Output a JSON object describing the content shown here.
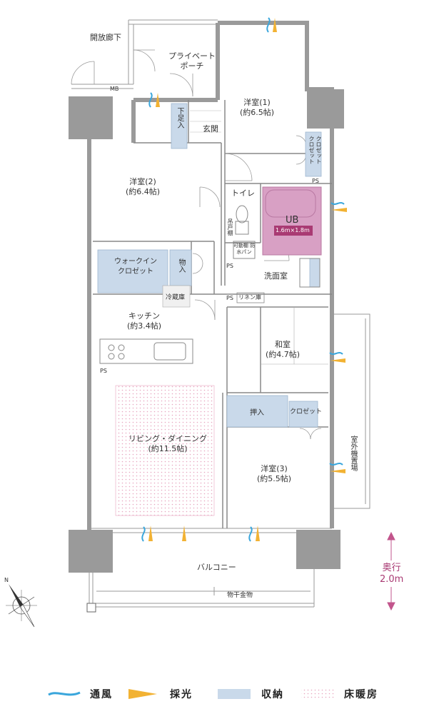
{
  "rooms": {
    "open_corridor": "開放廊下",
    "private_porch_1": "プライベート",
    "private_porch_2": "ポーチ",
    "entrance": "玄関",
    "shoe_closet": "下足入",
    "mb": "MB",
    "ps_top": "PS",
    "ps_mid": "PS",
    "ps_left": "PS",
    "ps_kitchen": "PS",
    "bedroom1_name": "洋室(1)",
    "bedroom1_size": "(約6.5帖)",
    "closet1": "クロゼット",
    "closet2": "クロゼット",
    "bedroom2_name": "洋室(2)",
    "bedroom2_size": "(約6.4帖)",
    "toilet": "トイレ",
    "toilet_shelf": "吊戸棚",
    "ub": "UB",
    "ub_size": "1.6m×1.8m",
    "washer_pan": "可動棚 防水パン",
    "washroom": "洗面室",
    "linen": "リネン庫",
    "walkin_1": "ウォークイン",
    "walkin_2": "クロゼット",
    "storage": "物入",
    "fridge": "冷蔵庫",
    "kitchen_name": "キッチン",
    "kitchen_size": "(約3.4帖)",
    "japanese_name": "和室",
    "japanese_size": "(約4.7帖)",
    "oshiire": "押入",
    "closet3": "クロゼット",
    "living_name": "リビング・ダイニング",
    "living_size": "(約11.5帖)",
    "bedroom3_name": "洋室(3)",
    "bedroom3_size": "(約5.5帖)",
    "outdoor_unit": "室外機置場",
    "balcony": "バルコニー",
    "drying_rack": "物干金物",
    "depth_1": "奥行",
    "depth_2": "2.0m",
    "north": "N"
  },
  "legend": [
    {
      "label": "通風",
      "icon": "wind-wave-icon",
      "color": "#3aa6dc"
    },
    {
      "label": "採光",
      "icon": "sunlight-icon",
      "color": "#f2b233"
    },
    {
      "label": "収納",
      "icon": "storage-swatch-icon",
      "color": "#c9d9ea"
    },
    {
      "label": "床暖房",
      "icon": "floor-heating-swatch-icon",
      "color": "#e7a5c0"
    }
  ],
  "colors": {
    "wall": "#9a9a9a",
    "storage": "#c9d9ea",
    "bath": "#d8a0c4",
    "depth_accent": "#a93a73"
  }
}
